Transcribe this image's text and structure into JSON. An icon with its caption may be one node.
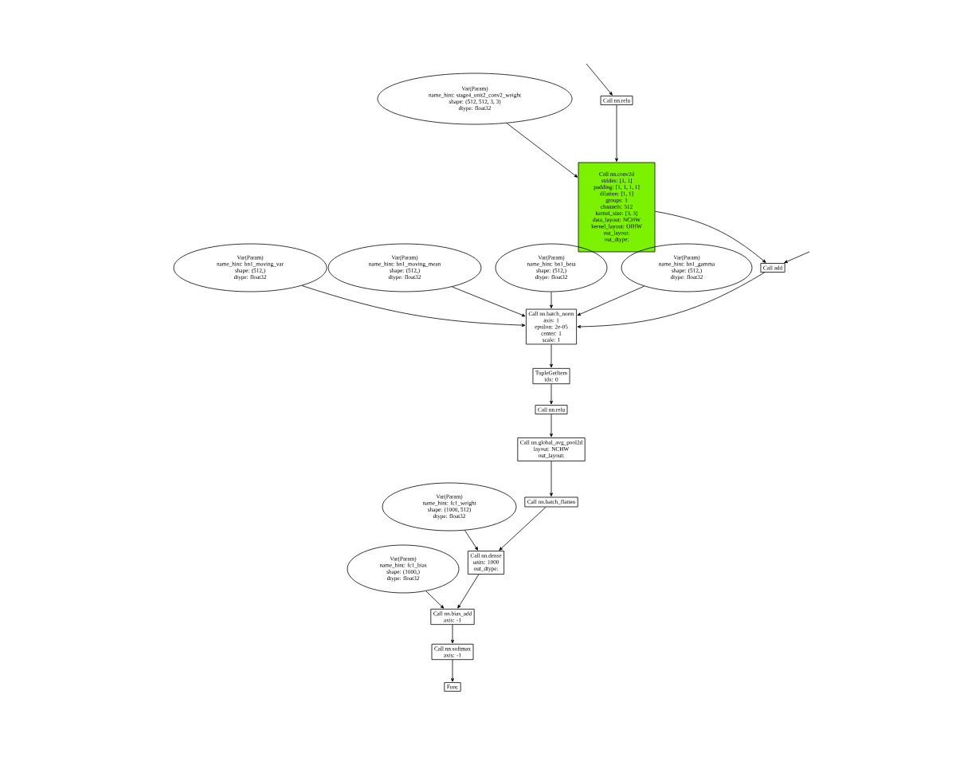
{
  "diagram": {
    "nodes": [
      {
        "text": [
          "Var(Param)",
          "name_hint: stage4_unit2_conv2_weight",
          "shape: (512, 512, 3, 3)",
          "dtype: float32"
        ]
      },
      {
        "text": [
          "Call nn.relu"
        ]
      },
      {
        "text": [
          "Call nn.conv2d",
          "strides: [1, 1]",
          "padding: [1, 1, 1, 1]",
          "dilation: [1, 1]",
          "groups: 1",
          "channels: 512",
          "kernel_size: [3, 3]",
          "data_layout: NCHW",
          "kernel_layout: OIHW",
          "out_layout:",
          "out_dtype:"
        ]
      },
      {
        "text": [
          "Call add"
        ]
      },
      {
        "text": [
          "Var(Param)",
          "name_hint: bn1_moving_var",
          "shape: (512,)",
          "dtype: float32"
        ]
      },
      {
        "text": [
          "Var(Param)",
          "name_hint: bn1_moving_mean",
          "shape: (512,)",
          "dtype: float32"
        ]
      },
      {
        "text": [
          "Var(Param)",
          "name_hint: bn1_beta",
          "shape: (512,)",
          "dtype: float32"
        ]
      },
      {
        "text": [
          "Var(Param)",
          "name_hint: bn1_gamma",
          "shape: (512,)",
          "dtype: float32"
        ]
      },
      {
        "text": [
          "Call nn.batch_norm",
          "axis: 1",
          "epsilon: 2e-05",
          "center: 1",
          "scale: 1"
        ]
      },
      {
        "text": [
          "TupleGetItem",
          "idx: 0"
        ]
      },
      {
        "text": [
          "Call nn.relu"
        ]
      },
      {
        "text": [
          "Call nn.global_avg_pool2d",
          "layout: NCHW",
          "out_layout:"
        ]
      },
      {
        "text": [
          "Call nn.batch_flatten"
        ]
      },
      {
        "text": [
          "Var(Param)",
          "name_hint: fc1_weight",
          "shape: (1000, 512)",
          "dtype: float32"
        ]
      },
      {
        "text": [
          "Call nn.dense",
          "units: 1000",
          "out_dtype:"
        ]
      },
      {
        "text": [
          "Var(Param)",
          "name_hint: fc1_bias",
          "shape: (1000,)",
          "dtype: float32"
        ]
      },
      {
        "text": [
          "Call nn.bias_add",
          "axis: -1"
        ]
      },
      {
        "text": [
          "Call nn.softmax",
          "axis: -1"
        ]
      },
      {
        "text": [
          "Func"
        ]
      }
    ],
    "edges": [
      {
        "from": null,
        "to": 1,
        "arrow": "to"
      },
      {
        "from": 0,
        "to": 2,
        "arrow": "to"
      },
      {
        "from": 1,
        "to": 2,
        "arrow": "to"
      },
      {
        "from": 2,
        "to": 3,
        "arrow": "to"
      },
      {
        "from": null,
        "to": 3,
        "arrow": "to"
      },
      {
        "from": 4,
        "to": 8,
        "arrow": "to"
      },
      {
        "from": 5,
        "to": 8,
        "arrow": "to"
      },
      {
        "from": 6,
        "to": 8,
        "arrow": "to"
      },
      {
        "from": 7,
        "to": 8,
        "arrow": "to"
      },
      {
        "from": 3,
        "to": 8,
        "arrow": "to"
      },
      {
        "from": 8,
        "to": 9,
        "arrow": "to"
      },
      {
        "from": 9,
        "to": 10,
        "arrow": "to"
      },
      {
        "from": 10,
        "to": 11,
        "arrow": "to"
      },
      {
        "from": 11,
        "to": 12,
        "arrow": "to"
      },
      {
        "from": 13,
        "to": 14,
        "arrow": "to"
      },
      {
        "from": 12,
        "to": 14,
        "arrow": "to"
      },
      {
        "from": 14,
        "to": 16,
        "arrow": "to"
      },
      {
        "from": 15,
        "to": 16,
        "arrow": "to"
      },
      {
        "from": 16,
        "to": 17,
        "arrow": "to"
      },
      {
        "from": 17,
        "to": 18,
        "arrow": "to"
      }
    ]
  }
}
